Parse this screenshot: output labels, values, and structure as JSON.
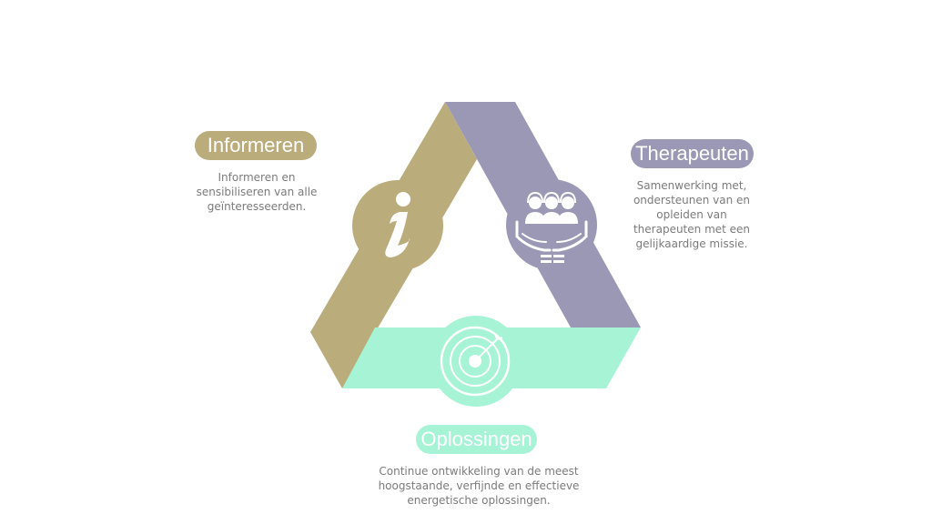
{
  "colors": {
    "informeren": "#bbac7b",
    "therapeuten": "#9b98b6",
    "oplossingen": "#a6f4d5",
    "description_text": "#7b7b7b",
    "icon_white": "#ffffff"
  },
  "sections": {
    "informeren": {
      "title": "Informeren",
      "description": [
        "Informeren en",
        "sensibiliseren van alle",
        "geïnteresseerden."
      ],
      "icon": "info-icon"
    },
    "therapeuten": {
      "title": "Therapeuten",
      "description": [
        "Samenwerking met,",
        "ondersteunen van en",
        "opleiden van",
        "therapeuten met een",
        "gelijkaardige missie."
      ],
      "icon": "hands-holding-people-icon"
    },
    "oplossingen": {
      "title": "Oplossingen",
      "description": [
        "Continue ontwikkeling van de meest",
        "hoogstaande, verfijnde en effectieve",
        "energetische oplossingen."
      ],
      "icon": "target-icon"
    }
  }
}
